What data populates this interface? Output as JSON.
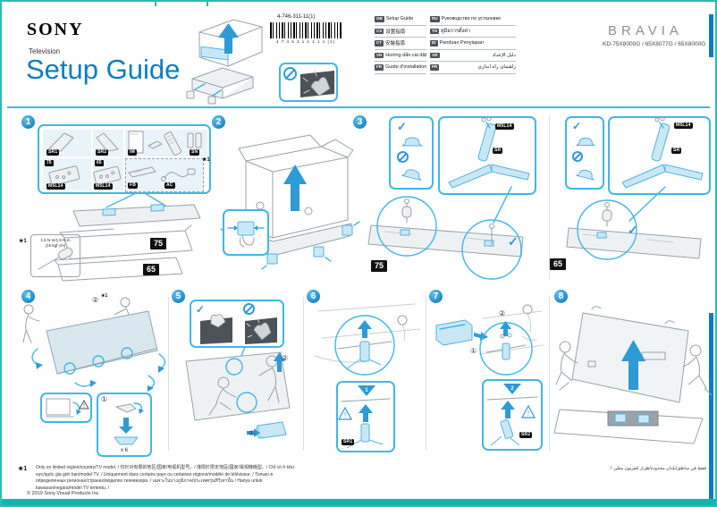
{
  "header": {
    "logo": "SONY",
    "product_type": "Television",
    "title": "Setup Guide",
    "brand": "BRAVIA",
    "models": "KD-75X8000G / 65X8077G / 65X8000G",
    "part_number": "4-746-311-11(1)",
    "barcode_digits": "4 7 4 6 3 1 1 1 1 1 (1)"
  },
  "languages": {
    "col1": [
      {
        "code": "GB",
        "label": "Setup Guide"
      },
      {
        "code": "CS",
        "label": "设置指南"
      },
      {
        "code": "CT",
        "label": "安裝指南"
      },
      {
        "code": "VN",
        "label": "Hướng dẫn cài đặt"
      },
      {
        "code": "FR",
        "label": "Guide d'installation"
      }
    ],
    "col2": [
      {
        "code": "RU",
        "label": "Руководство по установке"
      },
      {
        "code": "TH",
        "label": "คู่มือการตั้งค่า"
      },
      {
        "code": "ID",
        "label": "Panduan Penyiapan"
      },
      {
        "code": "AR",
        "label": "دليل الإعداد"
      },
      {
        "code": "PR",
        "label": "راهنمای راه اندازی"
      }
    ]
  },
  "accessories": {
    "sr1": "SR1",
    "sr2": "SR2",
    "im": "IM",
    "sn": "SN",
    "m5l14": "M5L14",
    "fb": "FB",
    "ac": "AC",
    "size75": "75",
    "size65": "65",
    "star": "★1"
  },
  "notes": {
    "star": "★1",
    "torque_line1": "1.5 N·m/1.5 N·m",
    "torque_line2": "(15 kgf·cm)"
  },
  "steps": {
    "n1": "1",
    "n2": "2",
    "n3": "3",
    "n4": "4",
    "n5": "5",
    "n6": "6",
    "n7": "7",
    "n8": "8"
  },
  "annotations": {
    "circ1": "①",
    "circ2": "②",
    "star1": "★1",
    "x6": "x 6",
    "tri1": "1",
    "tri2": "2",
    "check": "✓",
    "sr": "SR"
  },
  "footer": {
    "star": "★1",
    "note": "Only on limited region/country/TV model. / 仅针对有限的地区/国家/电视机型号。/ 僅限於限定地區/國家/電視機機型。/ Chỉ có ở khu vực/quốc gia giới hạn/model TV. / Uniquement dans certains pays ou certaines régions/modèle de téléviseur. / Только в определенных регионах/странах/моделях телевизора. / เฉพาะในบางภูมิภาค/ประเทศ/รุ่นทีวีเท่านั้น / Hanya untuk kawasan/negara/model TV tertentu. /",
    "note_ar": "فقط في مناطق/بلدان محدودة/طراز تلفزيون معيّن. /",
    "copyright": "© 2019 Sony Visual Products Inc."
  }
}
